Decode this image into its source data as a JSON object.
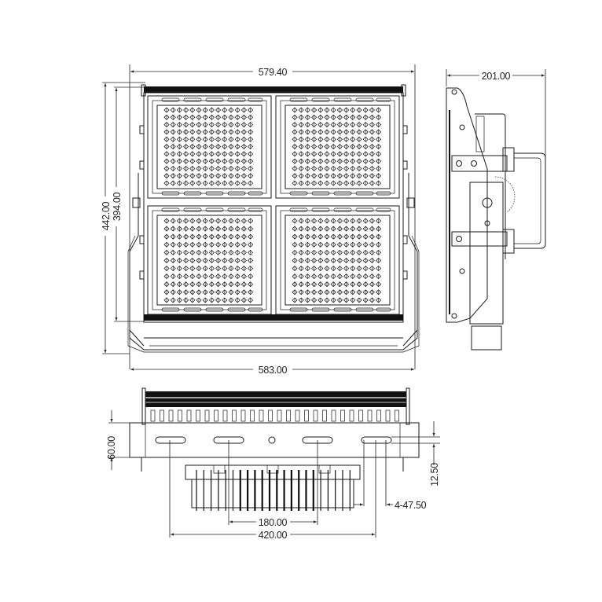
{
  "drawing": {
    "title": "LED flood light dimension drawing",
    "line_color": "#1a1a1a",
    "background": "#ffffff"
  },
  "front_view": {
    "width_top": "579.40",
    "width_bottom": "583.00",
    "height_outer": "442.00",
    "height_inner": "394.00",
    "modules": 4,
    "led_columns_per_module": 14,
    "led_rows_per_module": 11
  },
  "side_view": {
    "depth": "201.00"
  },
  "bottom_view": {
    "height": "60.00",
    "slot_offset": "12.50",
    "slot_spec": "4-47.50",
    "inner_span": "180.00",
    "outer_span": "420.00"
  }
}
